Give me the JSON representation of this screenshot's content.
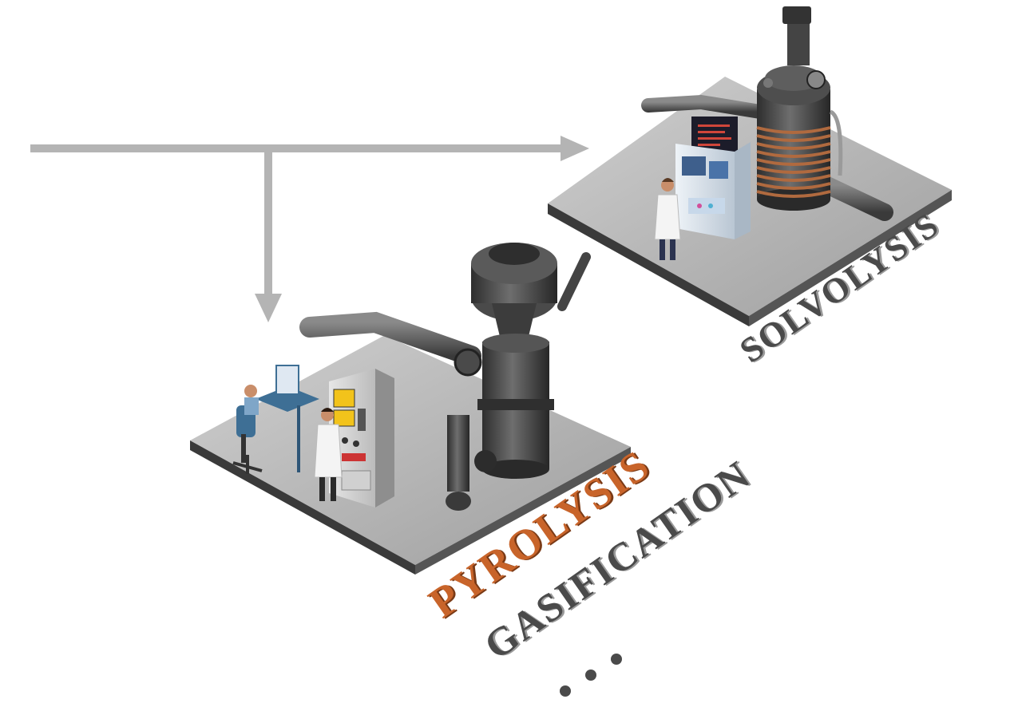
{
  "labels": {
    "solvolysis": "SOLVOLYSIS",
    "pyrolysis": "PYROLYSIS",
    "gasification": "GASIFICATION"
  },
  "colors": {
    "arrow": "#b4b4b4",
    "platform_top": "#b9b9b9",
    "platform_edge": "#3a3a3a",
    "pyrolysis": "#c8642a",
    "label_gray": "#4a4a4a",
    "reactor_dark": "#3c3c3c",
    "copper_coil": "#b06a3f",
    "panel_light": "#dfe8f2",
    "panel_gray": "#cfd2d4",
    "desk_blue": "#3e6f95"
  },
  "icons": [
    "flow-arrow",
    "reactor-icon",
    "control-panel-icon",
    "operator-icon",
    "workstation-icon",
    "ellipsis-dots"
  ]
}
